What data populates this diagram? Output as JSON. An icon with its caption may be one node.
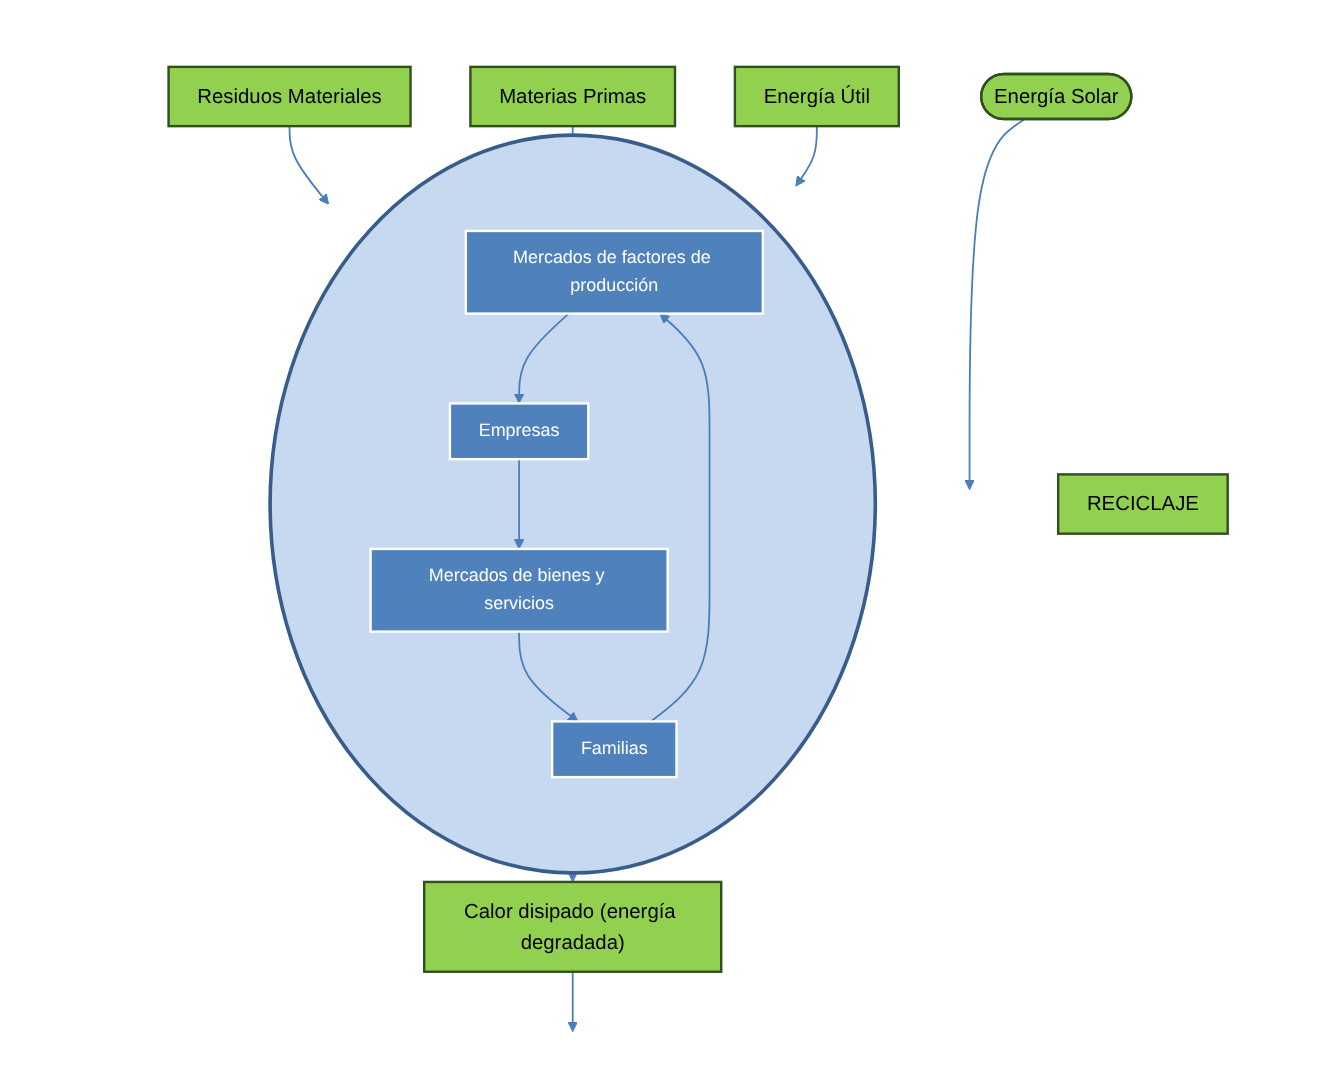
{
  "diagram": {
    "nodes": [
      {
        "text": [
          "Energía Solar"
        ]
      },
      {
        "text": [
          "RECICLAJE"
        ]
      },
      {
        "text": [
          "Residuos Materiales"
        ]
      },
      {
        "text": [
          "Materias Primas"
        ]
      },
      {
        "text": [],
        "shape": "circle"
      },
      {
        "text": [
          "Mercados de factores de producción"
        ],
        "in": 4
      },
      {
        "text": [
          "Familias"
        ],
        "in": 4
      },
      {
        "text": [
          "Empresas"
        ],
        "in": 4
      },
      {
        "text": [
          "Mercados de bienes y servicios"
        ],
        "in": 4
      },
      {
        "text": [
          "Calor disipado (energía degradada)"
        ]
      },
      {
        "text": [
          "Energía Útil"
        ]
      }
    ],
    "edges": [
      {
        "from": 0,
        "to": null,
        "arrow": "to"
      },
      {
        "from": 2,
        "to": 4,
        "arrow": "to"
      },
      {
        "from": 3,
        "to": 4,
        "arrow": "to"
      },
      {
        "from": 6,
        "to": 5,
        "arrow": "to"
      },
      {
        "from": 5,
        "to": 7,
        "arrow": "to"
      },
      {
        "from": 7,
        "to": 8,
        "arrow": "to"
      },
      {
        "from": 8,
        "to": 6,
        "arrow": "to"
      },
      {
        "from": 10,
        "to": 4,
        "arrow": "to"
      },
      {
        "from": 9,
        "to": null,
        "arrow": "to"
      },
      {
        "from": 4,
        "to": 9,
        "arrow": "to"
      }
    ]
  }
}
